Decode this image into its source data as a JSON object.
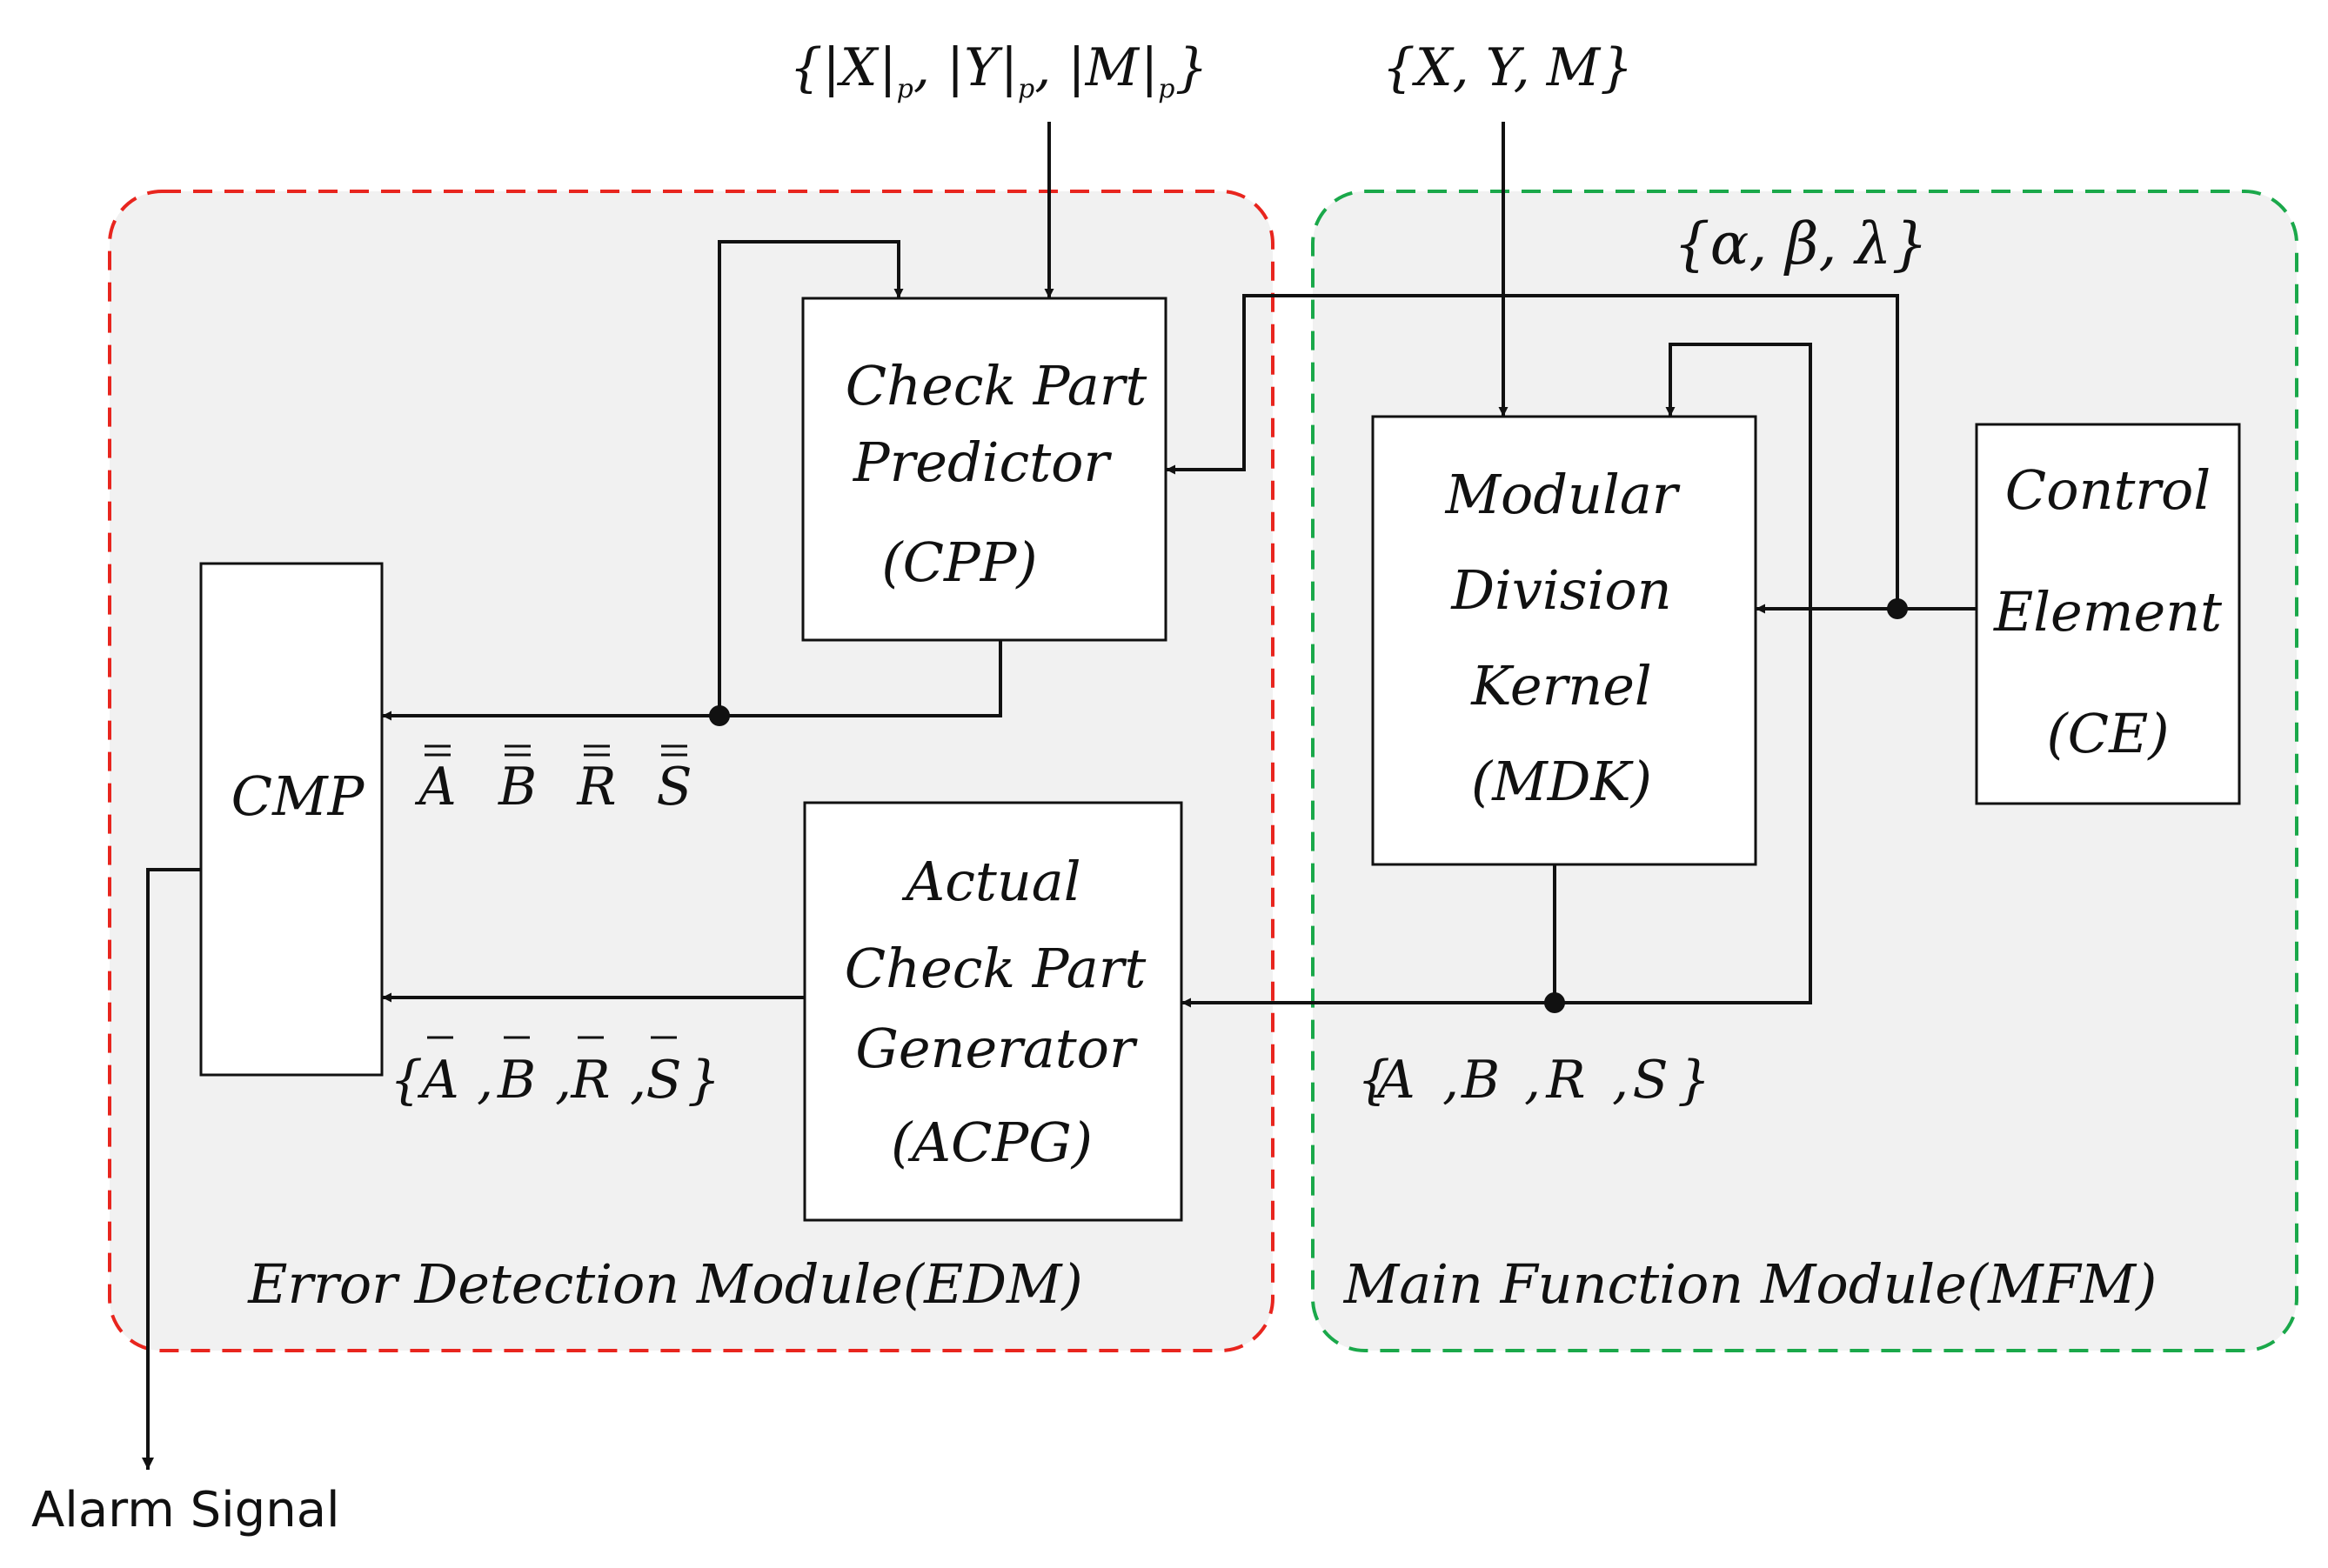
{
  "edm": {
    "title": "Error Detection Module(EDM)",
    "border_color": "#e8251e",
    "fill_color": "#f1f1f1"
  },
  "mfm": {
    "title": "Main Function Module(MFM)",
    "border_color": "#1aa84a",
    "fill_color": "#f1f1f1"
  },
  "cpp": {
    "line1": "Check Part",
    "line2": "Predictor",
    "line3": "(CPP)"
  },
  "acpg": {
    "line1": "Actual",
    "line2": "Check Part",
    "line3": "Generator",
    "line4": "(ACPG)"
  },
  "cmp": {
    "label": "CMP"
  },
  "mdk": {
    "line1": "Modular",
    "line2": "Division",
    "line3": "Kernel",
    "line4": "(MDK)"
  },
  "ce": {
    "line1": "Control",
    "line2": "Element",
    "line3": "(CE)"
  },
  "inputs": {
    "residue_open": "{|",
    "residue_x": "X",
    "residue_y": "Y",
    "residue_m": "M",
    "residue_sub": "p",
    "residue_close": "}",
    "operands": "{X, Y, M}",
    "control": "{α, β, λ}"
  },
  "buses": {
    "predicted": [
      "A",
      "B",
      "R",
      "S"
    ],
    "actual_open": "{",
    "actual": [
      "A",
      "B",
      "R",
      "S"
    ],
    "actual_close": "}",
    "result_open": "{",
    "result": [
      "A",
      "B",
      "R",
      "S"
    ],
    "result_close": "}"
  },
  "output": {
    "alarm": "Alarm Signal"
  }
}
